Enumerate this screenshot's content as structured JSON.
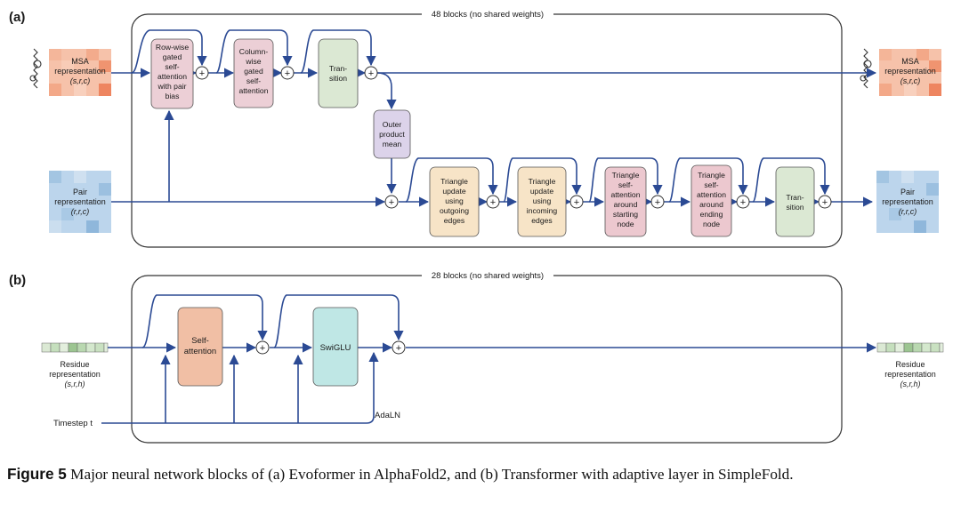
{
  "panel_a": {
    "label": "(a)",
    "frame_title": "48 blocks (no shared weights)",
    "msa_in": {
      "lines": [
        "MSA",
        "representation"
      ],
      "dims": "(s,r,c)"
    },
    "msa_out": {
      "lines": [
        "MSA",
        "representation"
      ],
      "dims": "(s,r,c)"
    },
    "pair_in": {
      "lines": [
        "Pair",
        "representation"
      ],
      "dims": "(r,r,c)"
    },
    "pair_out": {
      "lines": [
        "Pair",
        "representation"
      ],
      "dims": "(r,r,c)"
    },
    "row_attention": [
      "Row-wise",
      "gated",
      "self-",
      "attention",
      "with pair",
      "bias"
    ],
    "col_attention": [
      "Column-",
      "wise",
      "gated",
      "self-",
      "attention"
    ],
    "msa_transition": [
      "Tran-",
      "sition"
    ],
    "outer_product": [
      "Outer",
      "product",
      "mean"
    ],
    "tri_update_out": [
      "Triangle",
      "update",
      "using",
      "outgoing",
      "edges"
    ],
    "tri_update_in": [
      "Triangle",
      "update",
      "using",
      "incoming",
      "edges"
    ],
    "tri_attn_start": [
      "Triangle",
      "self-",
      "attention",
      "around",
      "starting",
      "node"
    ],
    "tri_attn_end": [
      "Triangle",
      "self-",
      "attention",
      "around",
      "ending",
      "node"
    ],
    "pair_transition": [
      "Tran-",
      "sition"
    ]
  },
  "panel_b": {
    "label": "(b)",
    "frame_title": "28 blocks (no shared weights)",
    "residue_in": {
      "lines": [
        "Residue",
        "representation"
      ],
      "dims": "(s,r,h)"
    },
    "residue_out": {
      "lines": [
        "Residue",
        "representation"
      ],
      "dims": "(s,r,h)"
    },
    "self_attention": [
      "Self-",
      "attention"
    ],
    "swiglu": [
      "SwiGLU"
    ],
    "timestep": "Timestep t",
    "adaln": "AdaLN"
  },
  "plus_symbol": "+",
  "caption": {
    "figure": "Figure 5",
    "text": "Major neural network blocks of (a) Evoformer in AlphaFold2, and (b) Transformer with adaptive layer in SimpleFold."
  },
  "colors": {
    "arrow": "#2b4a94",
    "frame": "#333333",
    "row_attention": "#eccfd6",
    "col_attention": "#eccfd6",
    "transition": "#dbe8d3",
    "outer_product": "#dcd3ea",
    "tri_update": "#f7e4c7",
    "tri_attention": "#ecc8cf",
    "self_attention": "#f1bfa5",
    "swiglu": "#bfe7e5",
    "msa": "#f2a07f",
    "pair": "#a3c5e2",
    "residue": "#b9d8b0"
  }
}
